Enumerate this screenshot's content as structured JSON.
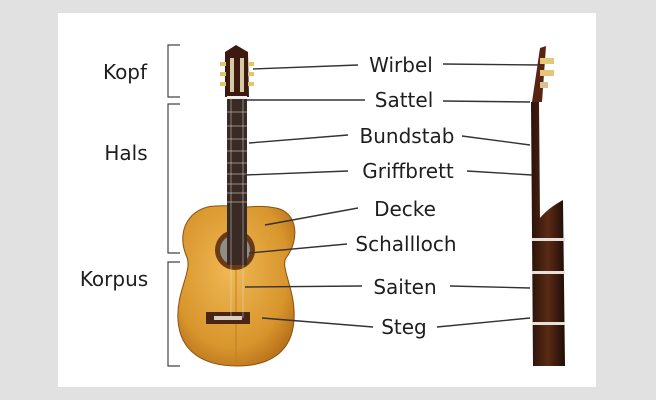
{
  "groups": {
    "kopf": "Kopf",
    "hals": "Hals",
    "korpus": "Korpus"
  },
  "parts": {
    "wirbel": "Wirbel",
    "sattel": "Sattel",
    "bundstab": "Bundstab",
    "griffbrett": "Griffbrett",
    "decke": "Decke",
    "schallloch": "Schallloch",
    "saiten": "Saiten",
    "steg": "Steg"
  },
  "colors": {
    "background": "#e1e1e1",
    "panel": "#ffffff",
    "top_wood": "#d9982f",
    "dark_wood": "#3a1a10"
  }
}
